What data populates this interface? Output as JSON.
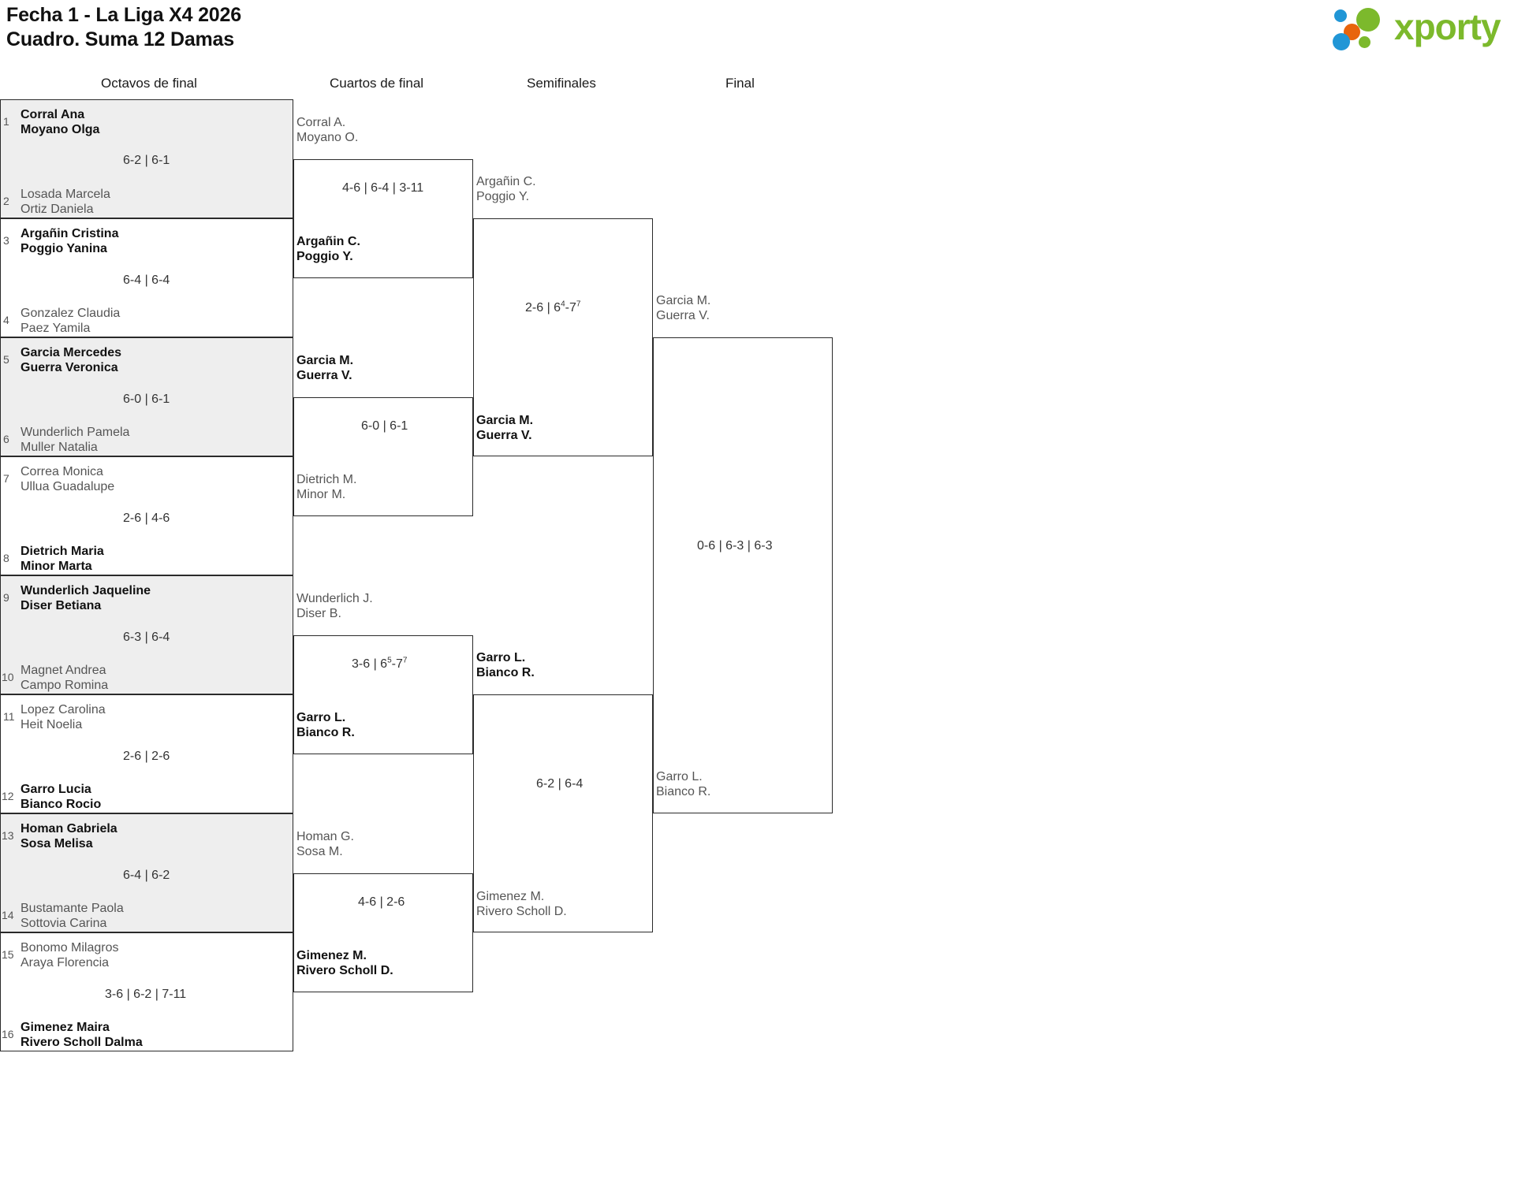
{
  "header": {
    "title_line1": "Fecha 1 - La Liga X4 2026",
    "title_line2": "Cuadro. Suma 12 Damas",
    "logo_text": "xporty"
  },
  "rounds": [
    {
      "label": "Octavos de final"
    },
    {
      "label": "Cuartos de final"
    },
    {
      "label": "Semifinales"
    },
    {
      "label": "Final"
    }
  ],
  "r16": {
    "seeds": [
      "1",
      "2",
      "3",
      "4",
      "5",
      "6",
      "7",
      "8",
      "9",
      "10",
      "11",
      "12",
      "13",
      "14",
      "15",
      "16"
    ],
    "entries": [
      {
        "l1": "Corral Ana",
        "l2": "Moyano Olga",
        "winner": true
      },
      {
        "l1": "Losada Marcela",
        "l2": "Ortiz Daniela",
        "winner": false
      },
      {
        "l1": "Argañin Cristina",
        "l2": "Poggio Yanina",
        "winner": true
      },
      {
        "l1": "Gonzalez Claudia",
        "l2": "Paez Yamila",
        "winner": false
      },
      {
        "l1": "Garcia Mercedes",
        "l2": "Guerra Veronica",
        "winner": true
      },
      {
        "l1": "Wunderlich Pamela",
        "l2": "Muller Natalia",
        "winner": false
      },
      {
        "l1": "Correa Monica",
        "l2": "Ullua Guadalupe",
        "winner": false
      },
      {
        "l1": "Dietrich Maria",
        "l2": "Minor Marta",
        "winner": true
      },
      {
        "l1": "Wunderlich Jaqueline",
        "l2": "Diser Betiana",
        "winner": true
      },
      {
        "l1": "Magnet Andrea",
        "l2": "Campo Romina",
        "winner": false
      },
      {
        "l1": "Lopez Carolina",
        "l2": "Heit Noelia",
        "winner": false
      },
      {
        "l1": "Garro Lucia",
        "l2": "Bianco Rocio",
        "winner": true
      },
      {
        "l1": "Homan Gabriela",
        "l2": "Sosa Melisa",
        "winner": true
      },
      {
        "l1": "Bustamante Paola",
        "l2": "Sottovia Carina",
        "winner": false
      },
      {
        "l1": "Bonomo Milagros",
        "l2": "Araya Florencia",
        "winner": false
      },
      {
        "l1": "Gimenez Maira",
        "l2": "Rivero Scholl Dalma",
        "winner": true
      }
    ],
    "scores": [
      "6-2 | 6-1",
      "6-4 | 6-4",
      "6-0 | 6-1",
      "2-6 | 4-6",
      "6-3 | 6-4",
      "2-6 | 2-6",
      "6-4 | 6-2",
      "3-6 | 6-2 | 7-11"
    ]
  },
  "qf": {
    "entries": [
      {
        "l1": "Corral A.",
        "l2": "Moyano O.",
        "winner": false
      },
      {
        "l1": "Argañin C.",
        "l2": "Poggio Y.",
        "winner": true
      },
      {
        "l1": "Garcia M.",
        "l2": "Guerra V.",
        "winner": true
      },
      {
        "l1": "Dietrich M.",
        "l2": "Minor M.",
        "winner": false
      },
      {
        "l1": "Wunderlich J.",
        "l2": "Diser B.",
        "winner": false
      },
      {
        "l1": "Garro L.",
        "l2": "Bianco R.",
        "winner": true
      },
      {
        "l1": "Homan G.",
        "l2": "Sosa M.",
        "winner": false
      },
      {
        "l1": "Gimenez M.",
        "l2": "Rivero Scholl D.",
        "winner": true
      }
    ],
    "scores": [
      {
        "plain": "4-6 | 6-4 | 3-11",
        "html": "4-6 | 6-4 | 3-11"
      },
      {
        "plain": "6-0 | 6-1",
        "html": "6-0 | 6-1"
      },
      {
        "plain": "3-6 | 6(5)-7(7)",
        "html": "3-6 | 6<sup>5</sup>-7<sup>7</sup>"
      },
      {
        "plain": "4-6 | 2-6",
        "html": "4-6 | 2-6"
      }
    ]
  },
  "sf": {
    "entries": [
      {
        "l1": "Argañin C.",
        "l2": "Poggio Y.",
        "winner": false
      },
      {
        "l1": "Garcia M.",
        "l2": "Guerra V.",
        "winner": true
      },
      {
        "l1": "Garro L.",
        "l2": "Bianco R.",
        "winner": true
      },
      {
        "l1": "Gimenez M.",
        "l2": "Rivero Scholl D.",
        "winner": false
      }
    ],
    "scores": [
      {
        "plain": "2-6 | 6(4)-7(7)",
        "html": "2-6 | 6<sup>4</sup>-7<sup>7</sup>"
      },
      {
        "plain": "6-2 | 6-4",
        "html": "6-2 | 6-4"
      }
    ]
  },
  "final": {
    "entries": [
      {
        "l1": "Garcia M.",
        "l2": "Guerra V.",
        "winner": false
      },
      {
        "l1": "Garro L.",
        "l2": "Bianco R.",
        "winner": false
      }
    ],
    "scores": [
      {
        "plain": "0-6 | 6-3 | 6-3",
        "html": "0-6 | 6-3 | 6-3"
      }
    ]
  }
}
